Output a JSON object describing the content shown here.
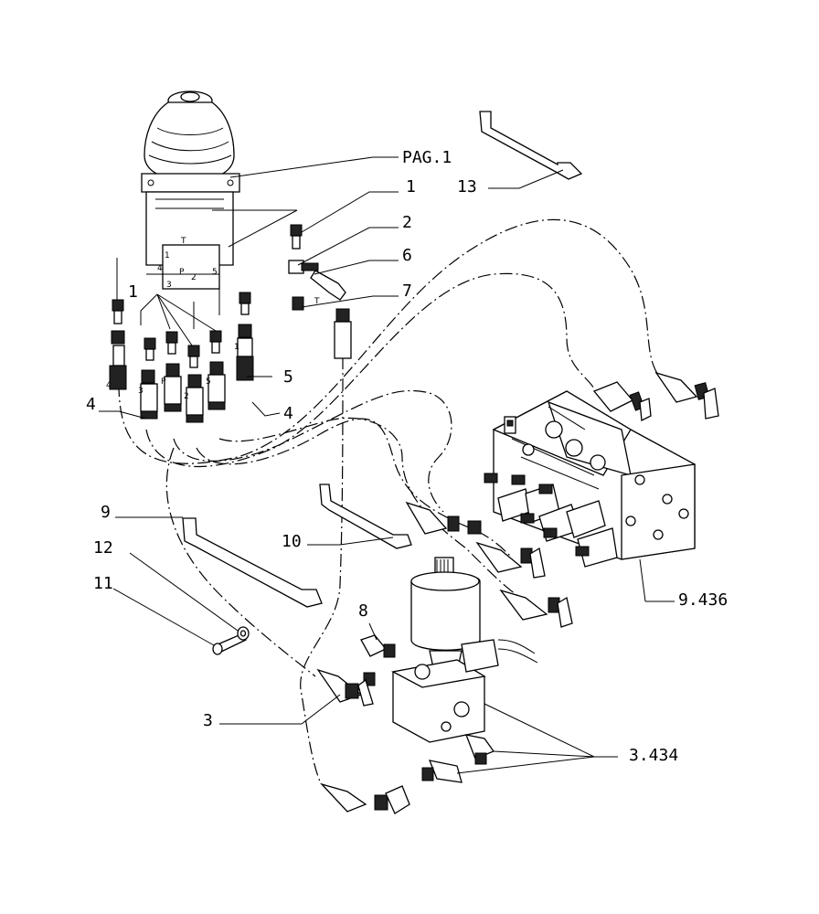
{
  "labels": {
    "pag1": "PAG.1",
    "n1a": "1",
    "n1b": "1",
    "n2": "2",
    "n3": "3",
    "n4a": "4",
    "n4b": "4",
    "n5": "5",
    "n6": "6",
    "n7": "7",
    "n8": "8",
    "n9": "9",
    "n10": "10",
    "n11": "11",
    "n12": "12",
    "n13": "13",
    "ref_valve": "9.436",
    "ref_block": "3.434"
  },
  "port_marks": {
    "t1": "T",
    "p1": "P",
    "n1": "1",
    "n2": "2",
    "n3": "3",
    "n4": "4",
    "n5": "5",
    "t2": "T",
    "p2": "P",
    "f1": "1",
    "f2": "2",
    "f3": "3",
    "f4": "4",
    "f5": "5"
  }
}
